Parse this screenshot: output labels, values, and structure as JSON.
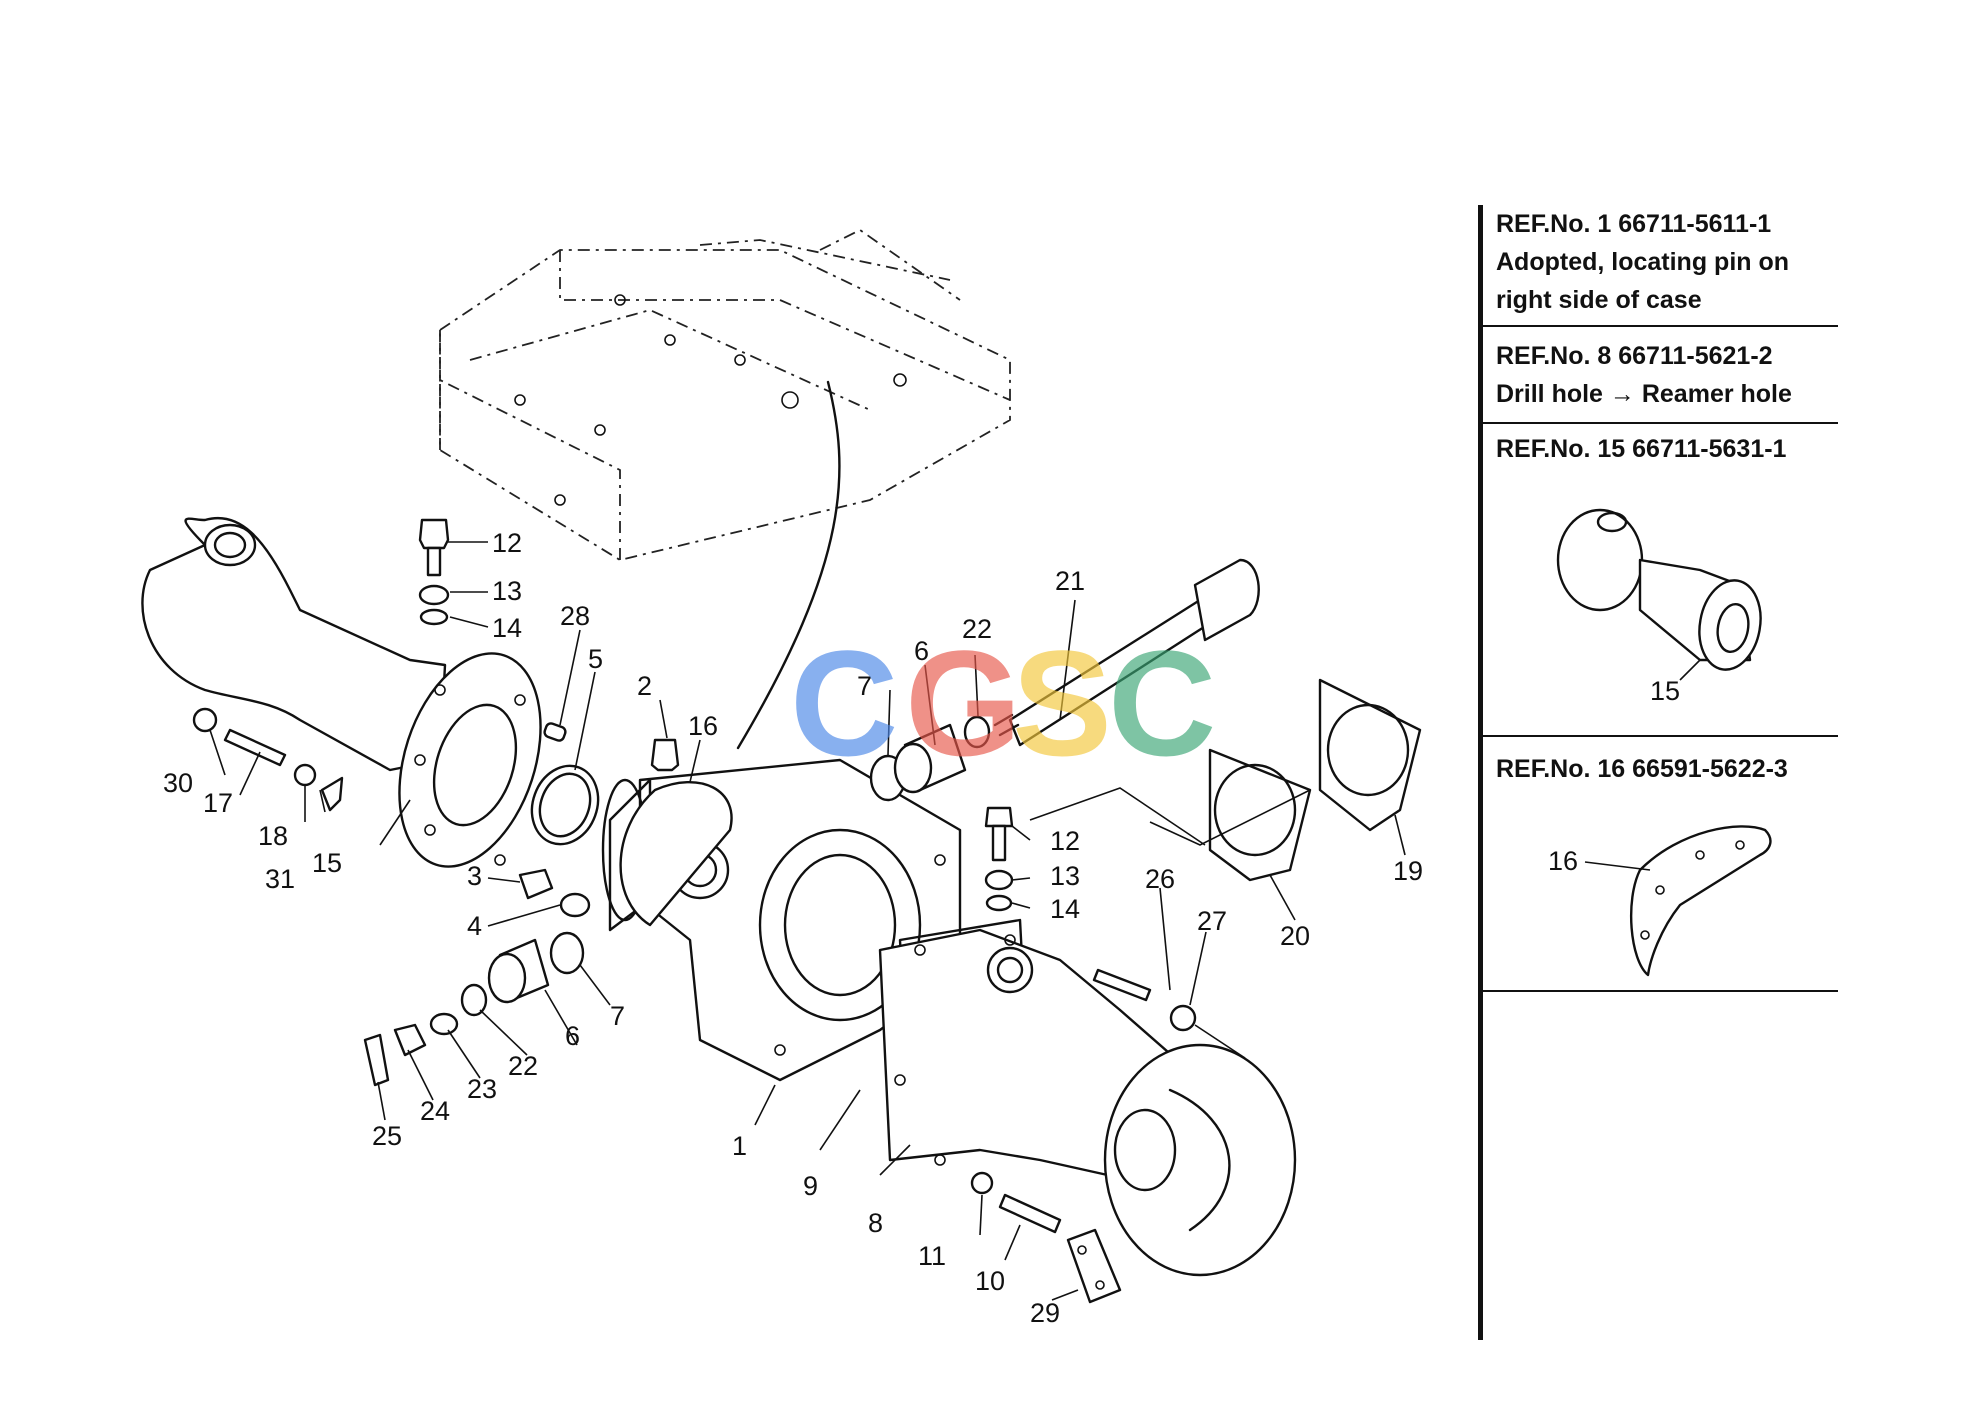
{
  "callouts": {
    "c1": "1",
    "c2": "2",
    "c3": "3",
    "c4": "4",
    "c5": "5",
    "c6a": "6",
    "c6b": "6",
    "c7a": "7",
    "c7b": "7",
    "c8": "8",
    "c9": "9",
    "c10": "10",
    "c11": "11",
    "c12a": "12",
    "c12b": "12",
    "c13a": "13",
    "c13b": "13",
    "c14a": "14",
    "c14b": "14",
    "c15": "15",
    "c16": "16",
    "c17": "17",
    "c18": "18",
    "c19": "19",
    "c20": "20",
    "c21": "21",
    "c22a": "22",
    "c22b": "22",
    "c23": "23",
    "c24": "24",
    "c25": "25",
    "c26": "26",
    "c27": "27",
    "c28": "28",
    "c29": "29",
    "c30": "30",
    "c31": "31"
  },
  "watermark": {
    "letters": [
      "C",
      "G",
      "S",
      "C"
    ],
    "colors": [
      "#4a86e8",
      "#e8574a",
      "#f3c73a",
      "#3aa574"
    ]
  },
  "notes": [
    {
      "ref_line": "REF.No.  1  66711-5611-1",
      "lines": [
        "Adopted, locating pin on",
        "right side of case"
      ]
    },
    {
      "ref_line": "REF.No.  8  66711-5621-2",
      "lines": [
        "Drill hole → Reamer hole"
      ]
    },
    {
      "ref_line": "REF.No.  15  66711-5631-1",
      "inset_label": "15"
    },
    {
      "ref_line": "REF.No.  16  66591-5622-3",
      "inset_label": "16"
    }
  ]
}
